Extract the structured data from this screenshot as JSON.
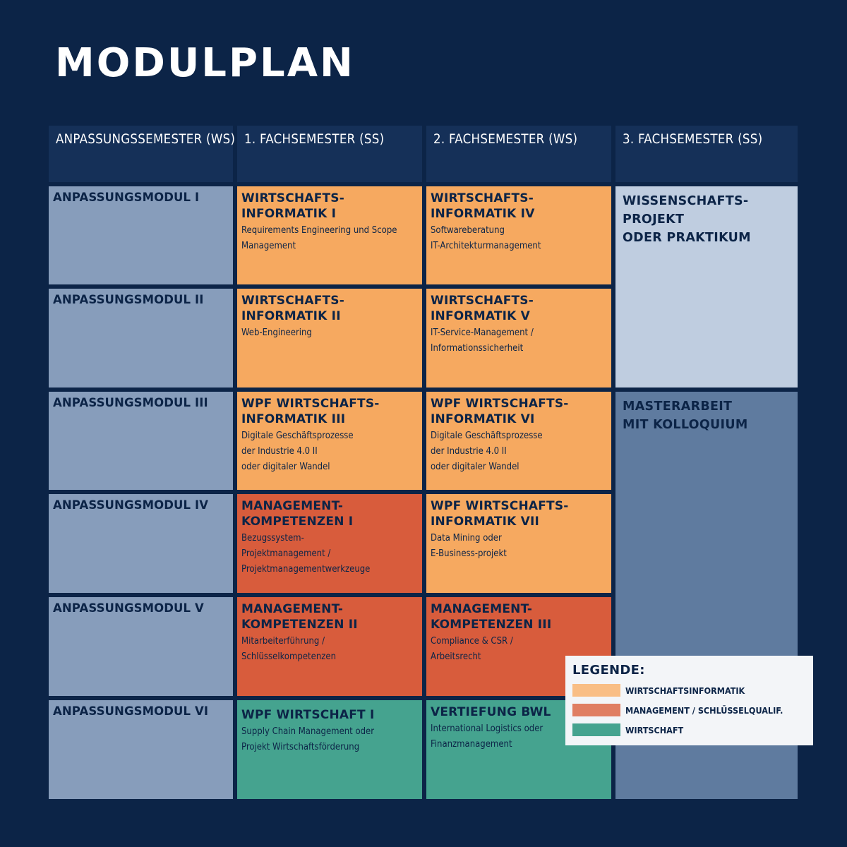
{
  "title": "MODULPLAN",
  "columns": [
    "ANPASSUNGSSEMESTER (WS)",
    "1. FACHSEMESTER (SS)",
    "2. FACHSEMESTER (WS)",
    "3. FACHSEMESTER (SS)"
  ],
  "anpassung": [
    "ANPASSUNGSMODUL I",
    "ANPASSUNGSMODUL II",
    "ANPASSUNGSMODUL III",
    "ANPASSUNGSMODUL IV",
    "ANPASSUNGSMODUL V",
    "ANPASSUNGSMODUL VI"
  ],
  "sem1": [
    {
      "title": "WIRTSCHAFTS-\nINFORMATIK I",
      "sub": "Requirements Engineering und Scope\nManagement",
      "category": "wirtschaftsinformatik"
    },
    {
      "title": "WIRTSCHAFTS-\nINFORMATIK II",
      "sub": "Web-Engineering",
      "category": "wirtschaftsinformatik"
    },
    {
      "title": "WPF WIRTSCHAFTS-\nINFORMATIK III",
      "sub": "Digitale Geschäftsprozesse\nder Industrie 4.0 II\noder digitaler Wandel",
      "category": "wirtschaftsinformatik"
    },
    {
      "title": "MANAGEMENT-\nKOMPETENZEN I",
      "sub": "Bezugssystem-\nProjektmanagement /\nProjektmanagementwerkzeuge",
      "category": "management"
    },
    {
      "title": "MANAGEMENT-\nKOMPETENZEN II",
      "sub": "Mitarbeiterführung /\nSchlüsselkompetenzen",
      "category": "management"
    },
    {
      "title": "WPF WIRTSCHAFT I",
      "sub": "Supply Chain Management oder\nProjekt Wirtschaftsförderung",
      "category": "wirtschaft"
    }
  ],
  "sem2": [
    {
      "title": "WIRTSCHAFTS-\nINFORMATIK IV",
      "sub": "Softwareberatung\nIT-Architekturmanagement",
      "category": "wirtschaftsinformatik"
    },
    {
      "title": "WIRTSCHAFTS-\nINFORMATIK V",
      "sub": "IT-Service-Management /\nInformationssicherheit",
      "category": "wirtschaftsinformatik"
    },
    {
      "title": "WPF WIRTSCHAFTS-\nINFORMATIK VI",
      "sub": "Digitale Geschäftsprozesse\nder Industrie 4.0 II\noder digitaler Wandel",
      "category": "wirtschaftsinformatik"
    },
    {
      "title": "WPF WIRTSCHAFTS-\nINFORMATIK VII",
      "sub": "Data Mining oder\nE-Business-projekt",
      "category": "wirtschaftsinformatik"
    },
    {
      "title": "MANAGEMENT-\nKOMPETENZEN III",
      "sub": "Compliance & CSR /\nArbeitsrecht",
      "category": "management"
    },
    {
      "title": "VERTIEFUNG BWL",
      "sub": "International Logistics oder\nFinanzmanagement",
      "category": "wirtschaft"
    }
  ],
  "sem3": {
    "projekt": "WISSENSCHAFTS-\nPROJEKT\nODER PRAKTIKUM",
    "masterarbeit": "MASTERARBEIT\nMIT KOLLOQUIUM"
  },
  "legend": {
    "title": "LEGENDE:",
    "items": [
      {
        "label": "WIRTSCHAFTSINFORMATIK",
        "color": "#f6a960"
      },
      {
        "label": "MANAGEMENT / SCHLÜSSELQUALIF.",
        "color": "#d85c3c"
      },
      {
        "label": "WIRTSCHAFT",
        "color": "#45a38f"
      }
    ]
  },
  "colors": {
    "background": "#0c2447",
    "header": "#153058",
    "anpassung": "#879dbb",
    "wirtschaftsinformatik": "#f6a960",
    "management": "#d85c3c",
    "wirtschaft": "#45a38f",
    "projekt": "#bfcde0",
    "masterarbeit": "#5f7b9f"
  }
}
